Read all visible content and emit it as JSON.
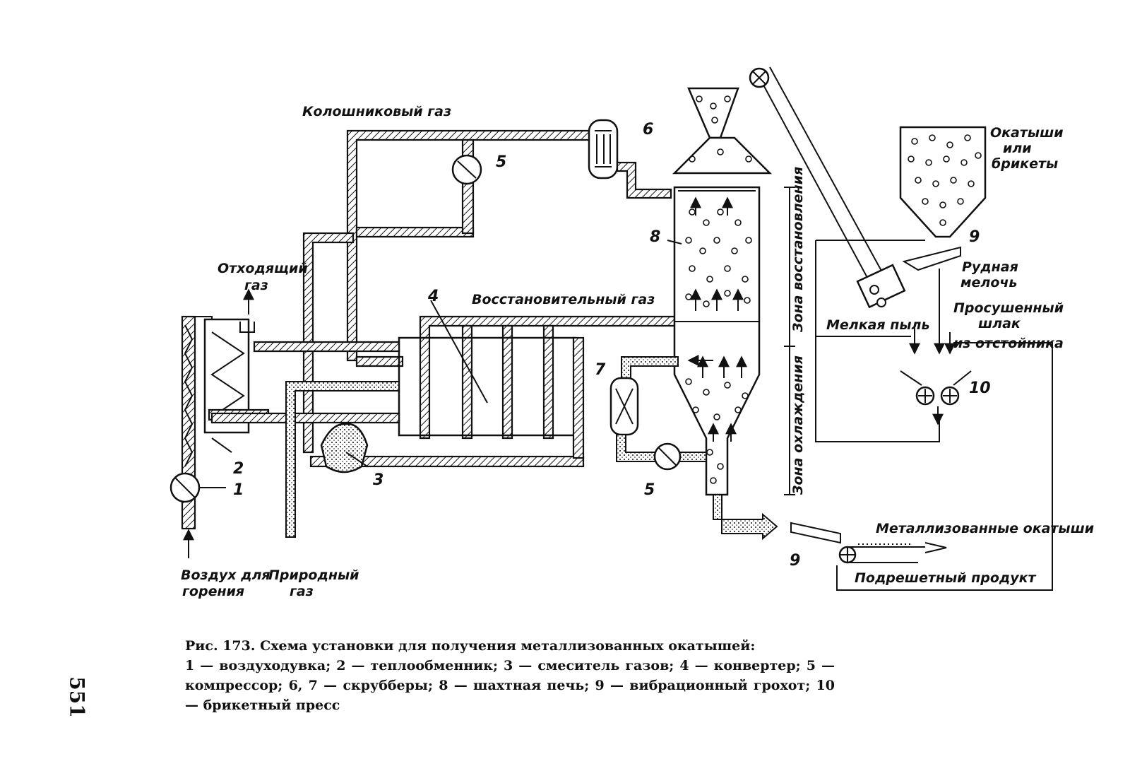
{
  "labels": {
    "top_gas": "Колошниковый газ",
    "off_gas_1": "Отходящий",
    "off_gas_2": "газ",
    "reducing_gas": "Восстановительный газ",
    "air_1": "Воздух для",
    "air_2": "горения",
    "natural_gas_1": "Природный",
    "natural_gas_2": "газ",
    "pellets_1": "Окатыши",
    "pellets_2": "или",
    "pellets_3": "брикеты",
    "ore_fines_1": "Рудная",
    "ore_fines_2": "мелочь",
    "fine_dust": "Мелкая пыль",
    "dried_slag_1": "Просушенный",
    "dried_slag_2": "шлак",
    "from_settler": "из отстойника",
    "metallized_pellets": "Металлизованные окатыши",
    "undersize": "Подрешетный продукт",
    "reduction_zone": "Зона восстановления",
    "cooling_zone": "Зона охлаждения"
  },
  "numbers": {
    "n1": "1",
    "n2": "2",
    "n3": "3",
    "n4": "4",
    "n5a": "5",
    "n5b": "5",
    "n6": "6",
    "n7": "7",
    "n8": "8",
    "n9a": "9",
    "n9b": "9",
    "n10": "10"
  },
  "caption": {
    "title": "Рис. 173. Схема установки для получения металлизованных окатышей:",
    "legend": "1 — воздуходувка; 2 — теплообменник; 3 — смеситель газов; 4 — конвертер; 5 — компрессор; 6, 7 — скрубберы; 8 — шахтная печь; 9 — вибрационный грохот; 10 — брикетный пресс"
  },
  "page_number": "551"
}
